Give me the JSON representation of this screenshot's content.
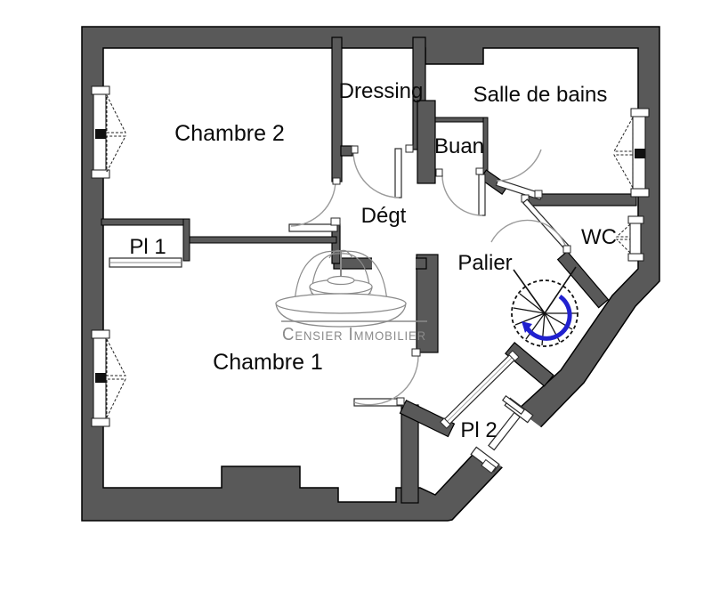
{
  "watermark": {
    "text": "Censier Immobilier"
  },
  "colors": {
    "wall": "#595959",
    "stair_arrow": "#2121cf",
    "watermark": "#8a8a8a",
    "label": "#0a0a0a"
  },
  "rooms": {
    "chambre2": "Chambre 2",
    "dressing": "Dressing",
    "salle_de_bains": "Salle de bains",
    "buan": "Buan",
    "degt": "Dégt",
    "pl1": "Pl 1",
    "wc": "WC",
    "palier": "Palier",
    "chambre1": "Chambre 1",
    "pl2": "Pl 2"
  }
}
